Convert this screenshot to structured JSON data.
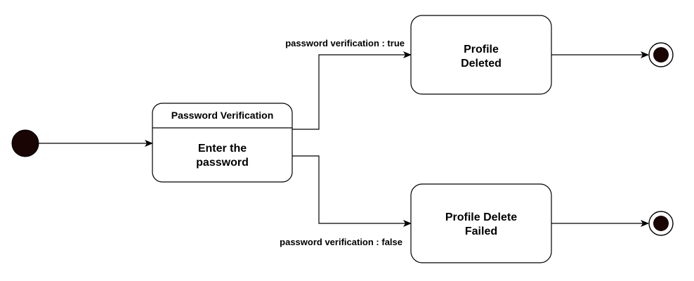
{
  "diagram": {
    "colors": {
      "stroke": "#000000",
      "background": "#ffffff",
      "initial_fill": "#1a0505",
      "final_fill": "#1a0505"
    },
    "states": {
      "verification": {
        "header": "Password Verification",
        "line1": "Enter the",
        "line2": "password"
      },
      "deleted": {
        "line1": "Profile",
        "line2": "Deleted"
      },
      "failed": {
        "line1": "Profile Delete",
        "line2": "Failed"
      }
    },
    "transitions": {
      "true_label": "password verification : true",
      "false_label": "password verification : false"
    },
    "pseudostates": {
      "initial": "initial-node",
      "final_count": 2
    }
  }
}
